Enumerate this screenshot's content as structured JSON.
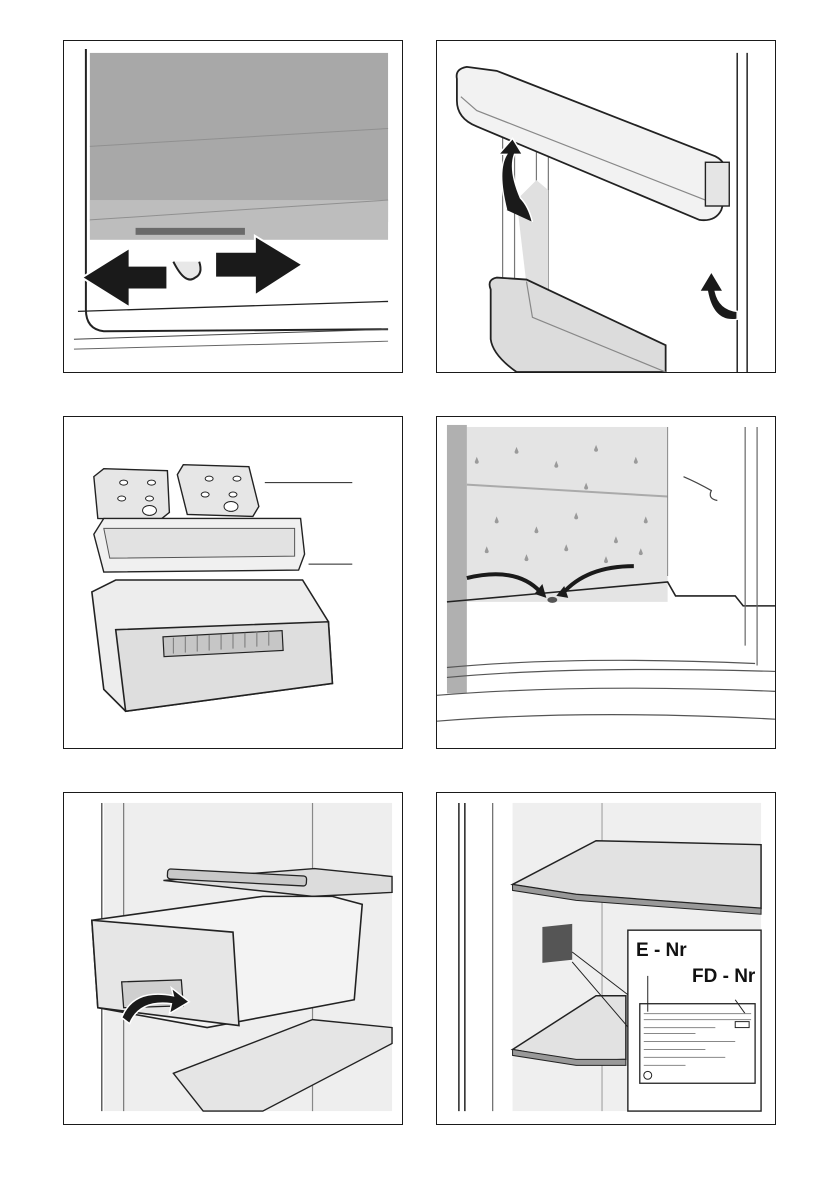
{
  "panels": [
    {
      "id": "fan-cover-slide",
      "icons": [
        "arrow-left-icon",
        "arrow-right-icon"
      ]
    },
    {
      "id": "door-shelf-removal",
      "icons": [
        "lift-arrow-icon",
        "lift-arrow-icon"
      ]
    },
    {
      "id": "drawer-parts",
      "icons": []
    },
    {
      "id": "condensate-drain",
      "icons": [
        "curved-arrow-icon",
        "curved-arrow-icon"
      ]
    },
    {
      "id": "drawer-removal",
      "icons": [
        "tilt-arrow-icon"
      ]
    },
    {
      "id": "rating-plate",
      "icons": []
    }
  ],
  "rating_plate": {
    "e_nr_label": "E - Nr",
    "fd_nr_label": "FD - Nr"
  },
  "colors": {
    "panel_grey": "#a3a3a3",
    "light_grey": "#d9d9d9",
    "outline": "#1a1a1a",
    "arrow": "#1a1a1a"
  }
}
